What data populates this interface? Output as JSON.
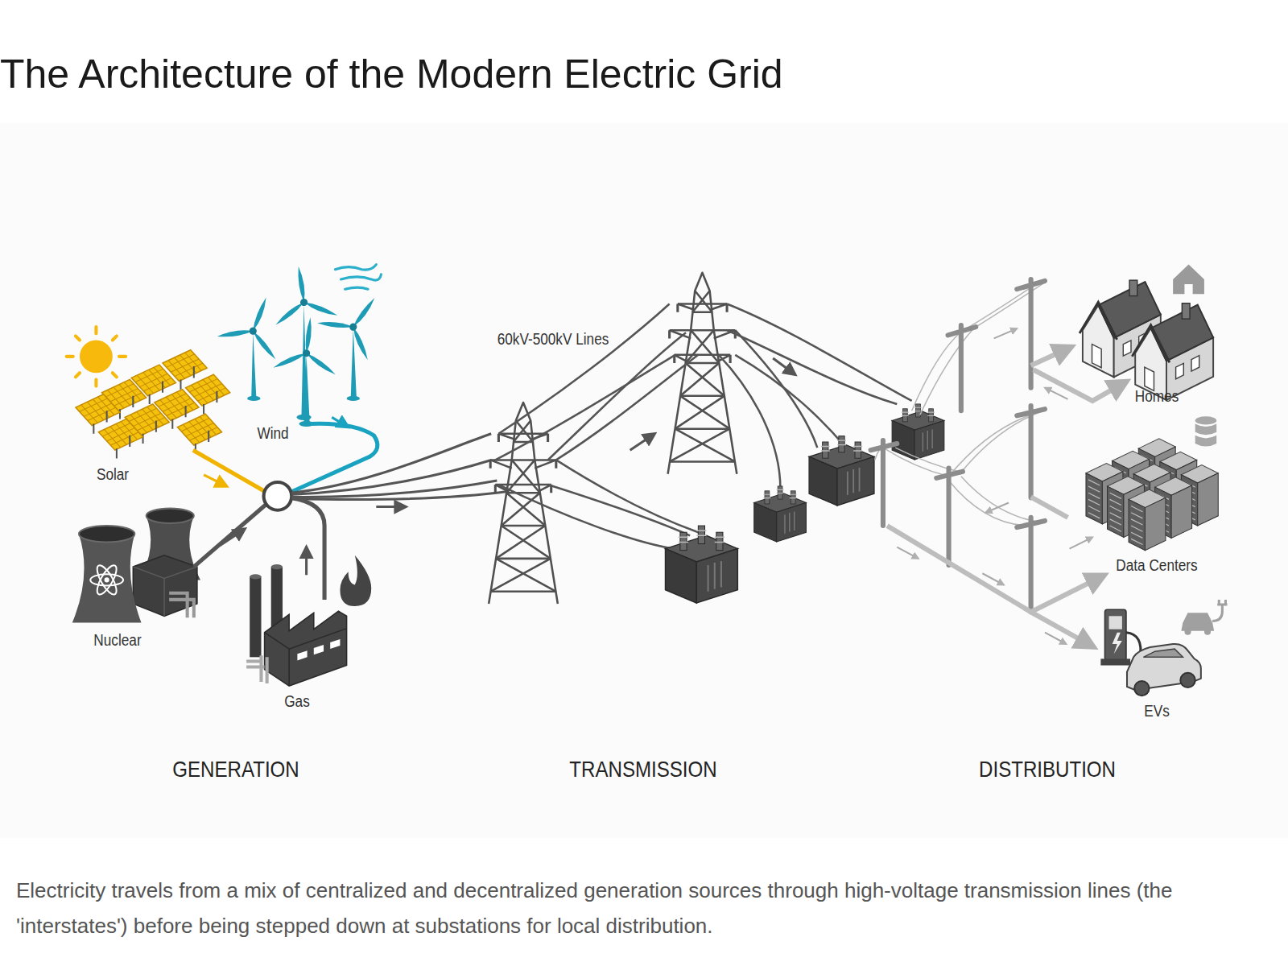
{
  "diagram": {
    "title": "The Architecture of the Modern Electric Grid",
    "caption": "Electricity travels from a mix of centralized and decentralized generation sources through high-voltage transmission lines (the 'interstates') before being stepped down at substations for local distribution.",
    "labels": [
      "Solar",
      "Wind",
      "Nuclear",
      "Gas",
      "60kV-500kV Lines",
      "Homes",
      "Data Centers",
      "EVs",
      "GENERATION",
      "TRANSMISSION",
      "DISTRIBUTION"
    ]
  }
}
